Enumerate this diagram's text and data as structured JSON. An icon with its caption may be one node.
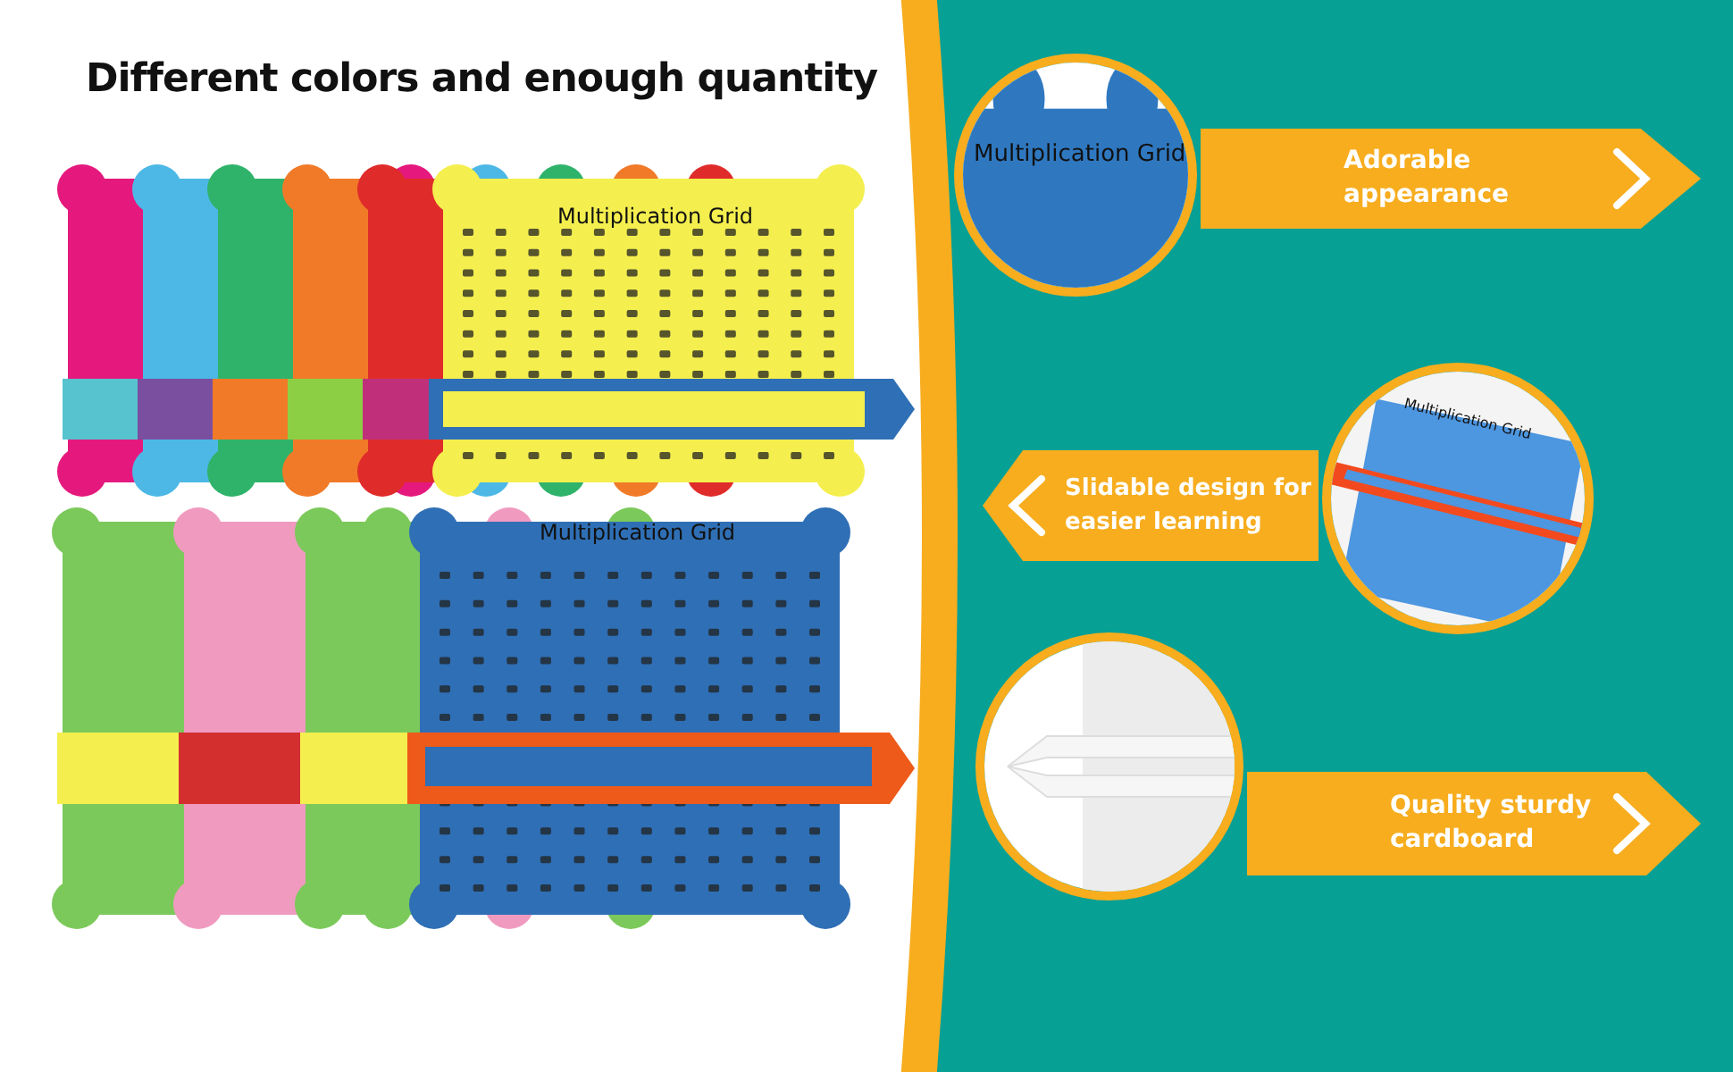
{
  "diagram": {
    "title": "Different colors and enough quantity",
    "nodes": [
      {
        "text": [],
        "shape": "picture"
      },
      {
        "text": [
          "Adorable appearance"
        ]
      },
      {
        "text": [
          "Slidable design for easier learning"
        ]
      },
      {
        "text": [],
        "shape": "picture"
      },
      {
        "text": [],
        "shape": "picture"
      },
      {
        "text": [
          "Quality sturdy cardboard"
        ]
      }
    ],
    "labels": [
      "Multiplication Grid",
      "Multiplication Grid",
      "Multiplication Grid",
      "Multiplication Grid"
    ]
  }
}
